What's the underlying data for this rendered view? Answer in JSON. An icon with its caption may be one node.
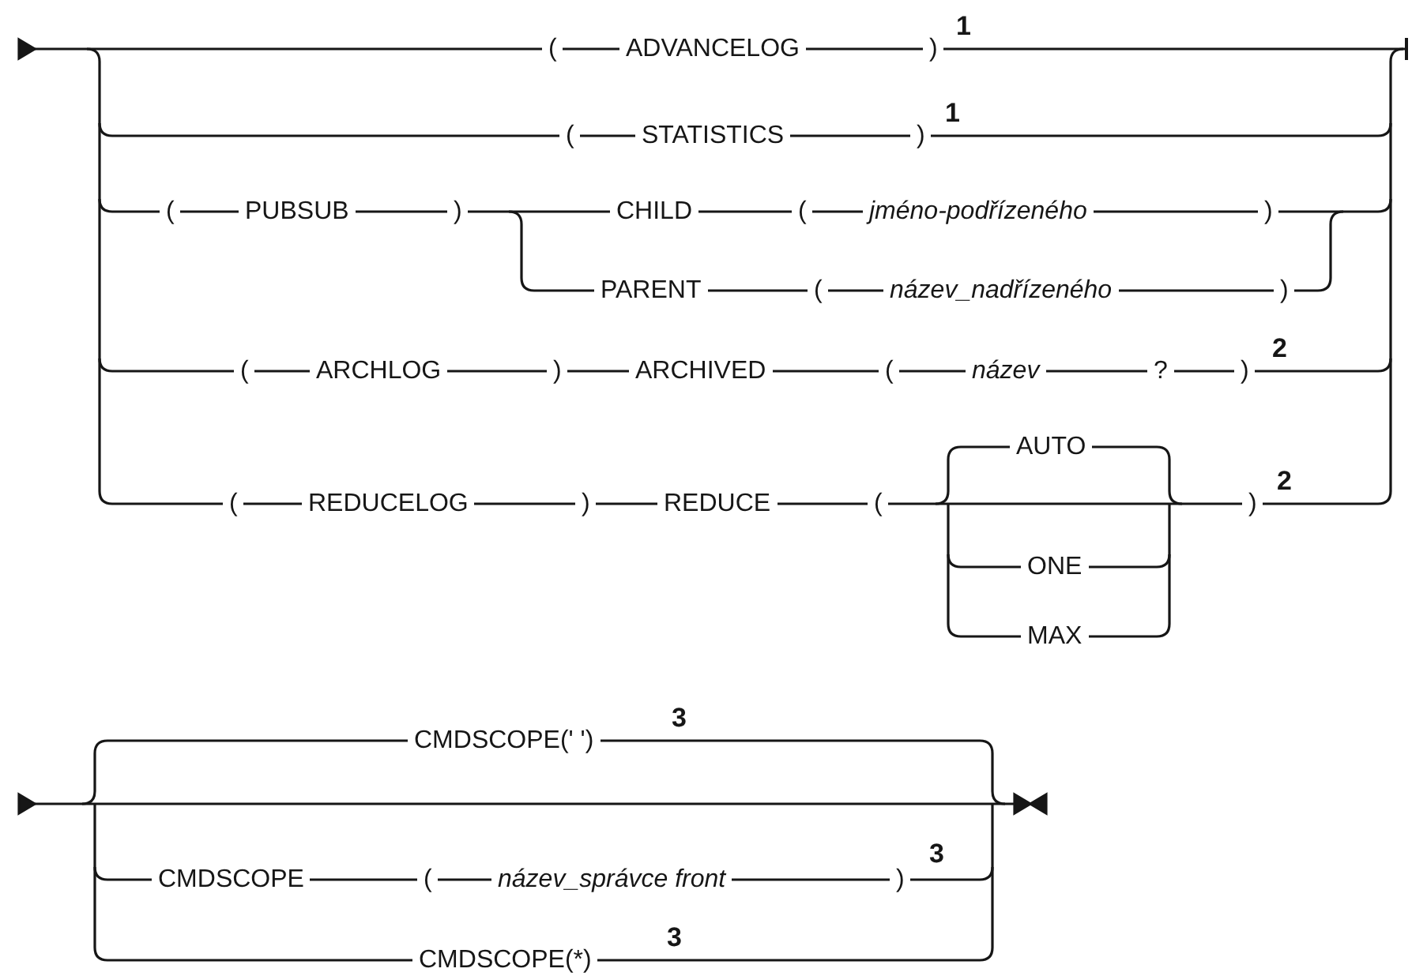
{
  "diagram": {
    "labels": [
      "(",
      "ADVANCELOG",
      ")",
      "1",
      "(",
      "STATISTICS",
      ")",
      "1",
      "(",
      "PUBSUB",
      ")",
      "CHILD",
      "(",
      "jméno-podřízeného",
      ")",
      "PARENT",
      "(",
      "název_nadřízeného",
      ")",
      "(",
      "ARCHLOG",
      ")",
      "ARCHIVED",
      "(",
      "název",
      "?",
      ")",
      "2",
      "(",
      "REDUCELOG",
      ")",
      "REDUCE",
      "(",
      "AUTO",
      ")",
      "2",
      "ONE",
      "MAX",
      "CMDSCOPE(' ')",
      "3",
      "CMDSCOPE",
      "(",
      "název_správce front",
      ")",
      "3",
      "CMDSCOPE(*)",
      "3"
    ]
  }
}
